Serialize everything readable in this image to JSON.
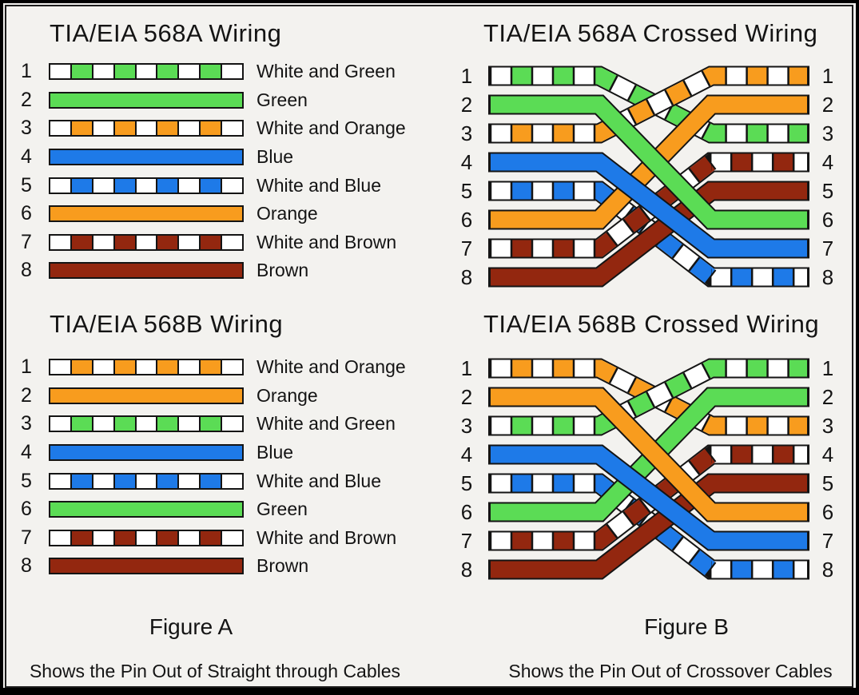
{
  "colors": {
    "green": "#5bdc55",
    "orange": "#f89c1e",
    "blue": "#1e7ae8",
    "brown": "#93270f",
    "white": "#ffffff",
    "outline": "#141414"
  },
  "figure_a": {
    "sections": [
      {
        "title": "TIA/EIA 568A Wiring",
        "rows": [
          {
            "pin": "1",
            "label": "White and Green",
            "type": "striped",
            "color": "green"
          },
          {
            "pin": "2",
            "label": "Green",
            "type": "solid",
            "color": "green"
          },
          {
            "pin": "3",
            "label": "White and Orange",
            "type": "striped",
            "color": "orange"
          },
          {
            "pin": "4",
            "label": "Blue",
            "type": "solid",
            "color": "blue"
          },
          {
            "pin": "5",
            "label": "White and Blue",
            "type": "striped",
            "color": "blue"
          },
          {
            "pin": "6",
            "label": "Orange",
            "type": "solid",
            "color": "orange"
          },
          {
            "pin": "7",
            "label": "White and Brown",
            "type": "striped",
            "color": "brown"
          },
          {
            "pin": "8",
            "label": "Brown",
            "type": "solid",
            "color": "brown"
          }
        ]
      },
      {
        "title": "TIA/EIA 568B Wiring",
        "rows": [
          {
            "pin": "1",
            "label": "White and Orange",
            "type": "striped",
            "color": "orange"
          },
          {
            "pin": "2",
            "label": "Orange",
            "type": "solid",
            "color": "orange"
          },
          {
            "pin": "3",
            "label": "White and Green",
            "type": "striped",
            "color": "green"
          },
          {
            "pin": "4",
            "label": "Blue",
            "type": "solid",
            "color": "blue"
          },
          {
            "pin": "5",
            "label": "White and Blue",
            "type": "striped",
            "color": "blue"
          },
          {
            "pin": "6",
            "label": "Green",
            "type": "solid",
            "color": "green"
          },
          {
            "pin": "7",
            "label": "White and Brown",
            "type": "striped",
            "color": "brown"
          },
          {
            "pin": "8",
            "label": "Brown",
            "type": "solid",
            "color": "brown"
          }
        ]
      }
    ],
    "caption_title": "Figure A",
    "caption_sub": "Shows the Pin Out of Straight through Cables"
  },
  "figure_b": {
    "sections": [
      {
        "title": "TIA/EIA 568A Crossed Wiring",
        "pins": [
          "1",
          "2",
          "3",
          "4",
          "5",
          "6",
          "7",
          "8"
        ],
        "wires": [
          {
            "from": 1,
            "to": 3,
            "type": "striped",
            "color": "green"
          },
          {
            "from": 2,
            "to": 6,
            "type": "solid",
            "color": "green"
          },
          {
            "from": 3,
            "to": 1,
            "type": "striped",
            "color": "orange"
          },
          {
            "from": 4,
            "to": 7,
            "type": "solid",
            "color": "blue"
          },
          {
            "from": 5,
            "to": 8,
            "type": "striped",
            "color": "blue"
          },
          {
            "from": 6,
            "to": 2,
            "type": "solid",
            "color": "orange"
          },
          {
            "from": 7,
            "to": 4,
            "type": "striped",
            "color": "brown"
          },
          {
            "from": 8,
            "to": 5,
            "type": "solid",
            "color": "brown"
          }
        ]
      },
      {
        "title": "TIA/EIA 568B Crossed Wiring",
        "pins": [
          "1",
          "2",
          "3",
          "4",
          "5",
          "6",
          "7",
          "8"
        ],
        "wires": [
          {
            "from": 1,
            "to": 3,
            "type": "striped",
            "color": "orange"
          },
          {
            "from": 2,
            "to": 6,
            "type": "solid",
            "color": "orange"
          },
          {
            "from": 3,
            "to": 1,
            "type": "striped",
            "color": "green"
          },
          {
            "from": 4,
            "to": 7,
            "type": "solid",
            "color": "blue"
          },
          {
            "from": 5,
            "to": 8,
            "type": "striped",
            "color": "blue"
          },
          {
            "from": 6,
            "to": 2,
            "type": "solid",
            "color": "green"
          },
          {
            "from": 7,
            "to": 4,
            "type": "striped",
            "color": "brown"
          },
          {
            "from": 8,
            "to": 5,
            "type": "solid",
            "color": "brown"
          }
        ]
      }
    ],
    "caption_title": "Figure B",
    "caption_sub": "Shows the Pin Out of Crossover Cables"
  }
}
